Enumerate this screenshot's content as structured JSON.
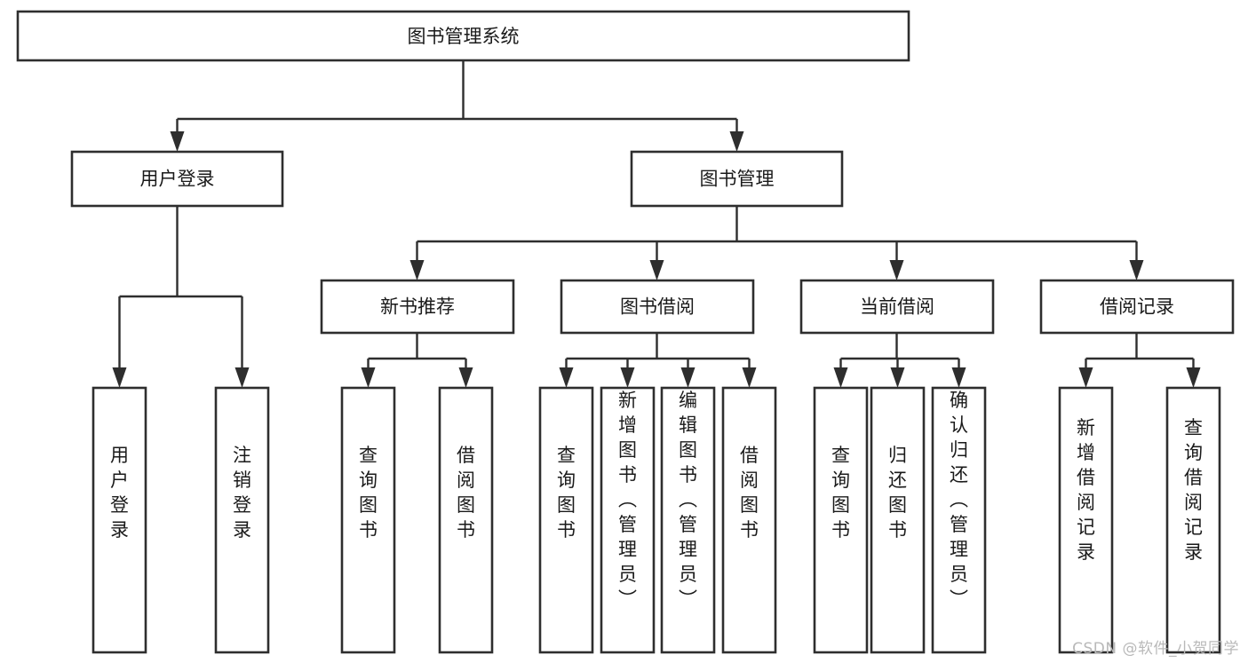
{
  "diagram": {
    "type": "tree-hierarchy",
    "title": "图书管理系统",
    "watermark": "CSDN @软件_小贺同学",
    "levels": {
      "root": {
        "id": "root",
        "label": "图书管理系统",
        "orientation": "horizontal"
      },
      "level2": [
        {
          "id": "user-login",
          "label": "用户登录",
          "orientation": "horizontal"
        },
        {
          "id": "book-manage",
          "label": "图书管理",
          "orientation": "horizontal"
        }
      ],
      "level3": [
        {
          "id": "new-book-recommend",
          "label": "新书推荐",
          "parent": "book-manage",
          "orientation": "horizontal"
        },
        {
          "id": "book-borrow",
          "label": "图书借阅",
          "parent": "book-manage",
          "orientation": "horizontal"
        },
        {
          "id": "current-borrow",
          "label": "当前借阅",
          "parent": "book-manage",
          "orientation": "horizontal"
        },
        {
          "id": "borrow-record",
          "label": "借阅记录",
          "parent": "book-manage",
          "orientation": "horizontal"
        }
      ],
      "leaves": [
        {
          "id": "leaf-user-login",
          "label": "用户登录",
          "parent": "user-login",
          "orientation": "vertical"
        },
        {
          "id": "leaf-logout-login",
          "label": "注销登录",
          "parent": "user-login",
          "orientation": "vertical"
        },
        {
          "id": "leaf-query-book-1",
          "label": "查询图书",
          "parent": "new-book-recommend",
          "orientation": "vertical"
        },
        {
          "id": "leaf-borrow-book-1",
          "label": "借阅图书",
          "parent": "new-book-recommend",
          "orientation": "vertical"
        },
        {
          "id": "leaf-query-book-2",
          "label": "查询图书",
          "parent": "book-borrow",
          "orientation": "vertical"
        },
        {
          "id": "leaf-add-book-admin",
          "label": "新增图书（管理员）",
          "parent": "book-borrow",
          "orientation": "vertical"
        },
        {
          "id": "leaf-edit-book-admin",
          "label": "编辑图书（管理员）",
          "parent": "book-borrow",
          "orientation": "vertical"
        },
        {
          "id": "leaf-borrow-book-2",
          "label": "借阅图书",
          "parent": "book-borrow",
          "orientation": "vertical"
        },
        {
          "id": "leaf-query-book-3",
          "label": "查询图书",
          "parent": "current-borrow",
          "orientation": "vertical"
        },
        {
          "id": "leaf-return-book",
          "label": "归还图书",
          "parent": "current-borrow",
          "orientation": "vertical"
        },
        {
          "id": "leaf-confirm-return-admin",
          "label": "确认归还（管理员）",
          "parent": "current-borrow",
          "orientation": "vertical"
        },
        {
          "id": "leaf-add-borrow-record",
          "label": "新增借阅记录",
          "parent": "borrow-record",
          "orientation": "vertical"
        },
        {
          "id": "leaf-query-borrow-record",
          "label": "查询借阅记录",
          "parent": "borrow-record",
          "orientation": "vertical"
        }
      ]
    },
    "colors": {
      "stroke": "#2e2e2e",
      "fill": "#ffffff",
      "text": "#1a1a1a",
      "watermark": "#b9b9b9"
    }
  }
}
